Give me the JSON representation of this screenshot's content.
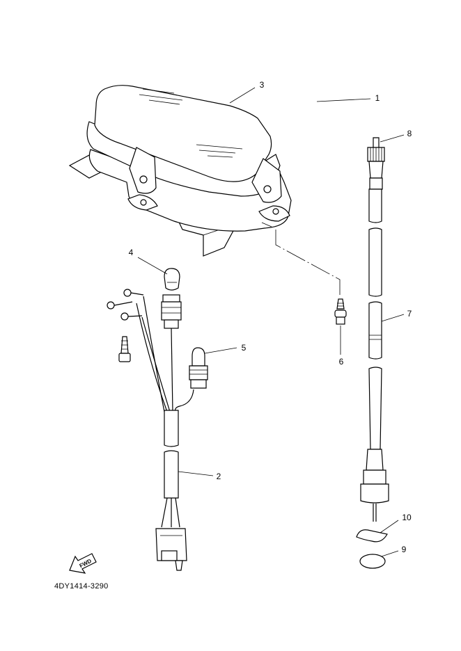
{
  "diagram": {
    "part_code": "4DY1414-3290",
    "fwd_label": "FWD",
    "callouts": [
      {
        "id": "1",
        "label": "1"
      },
      {
        "id": "2",
        "label": "2"
      },
      {
        "id": "3",
        "label": "3"
      },
      {
        "id": "4",
        "label": "4"
      },
      {
        "id": "5",
        "label": "5"
      },
      {
        "id": "6",
        "label": "6"
      },
      {
        "id": "7",
        "label": "7"
      },
      {
        "id": "8",
        "label": "8"
      },
      {
        "id": "9",
        "label": "9"
      },
      {
        "id": "10",
        "label": "10"
      }
    ]
  }
}
